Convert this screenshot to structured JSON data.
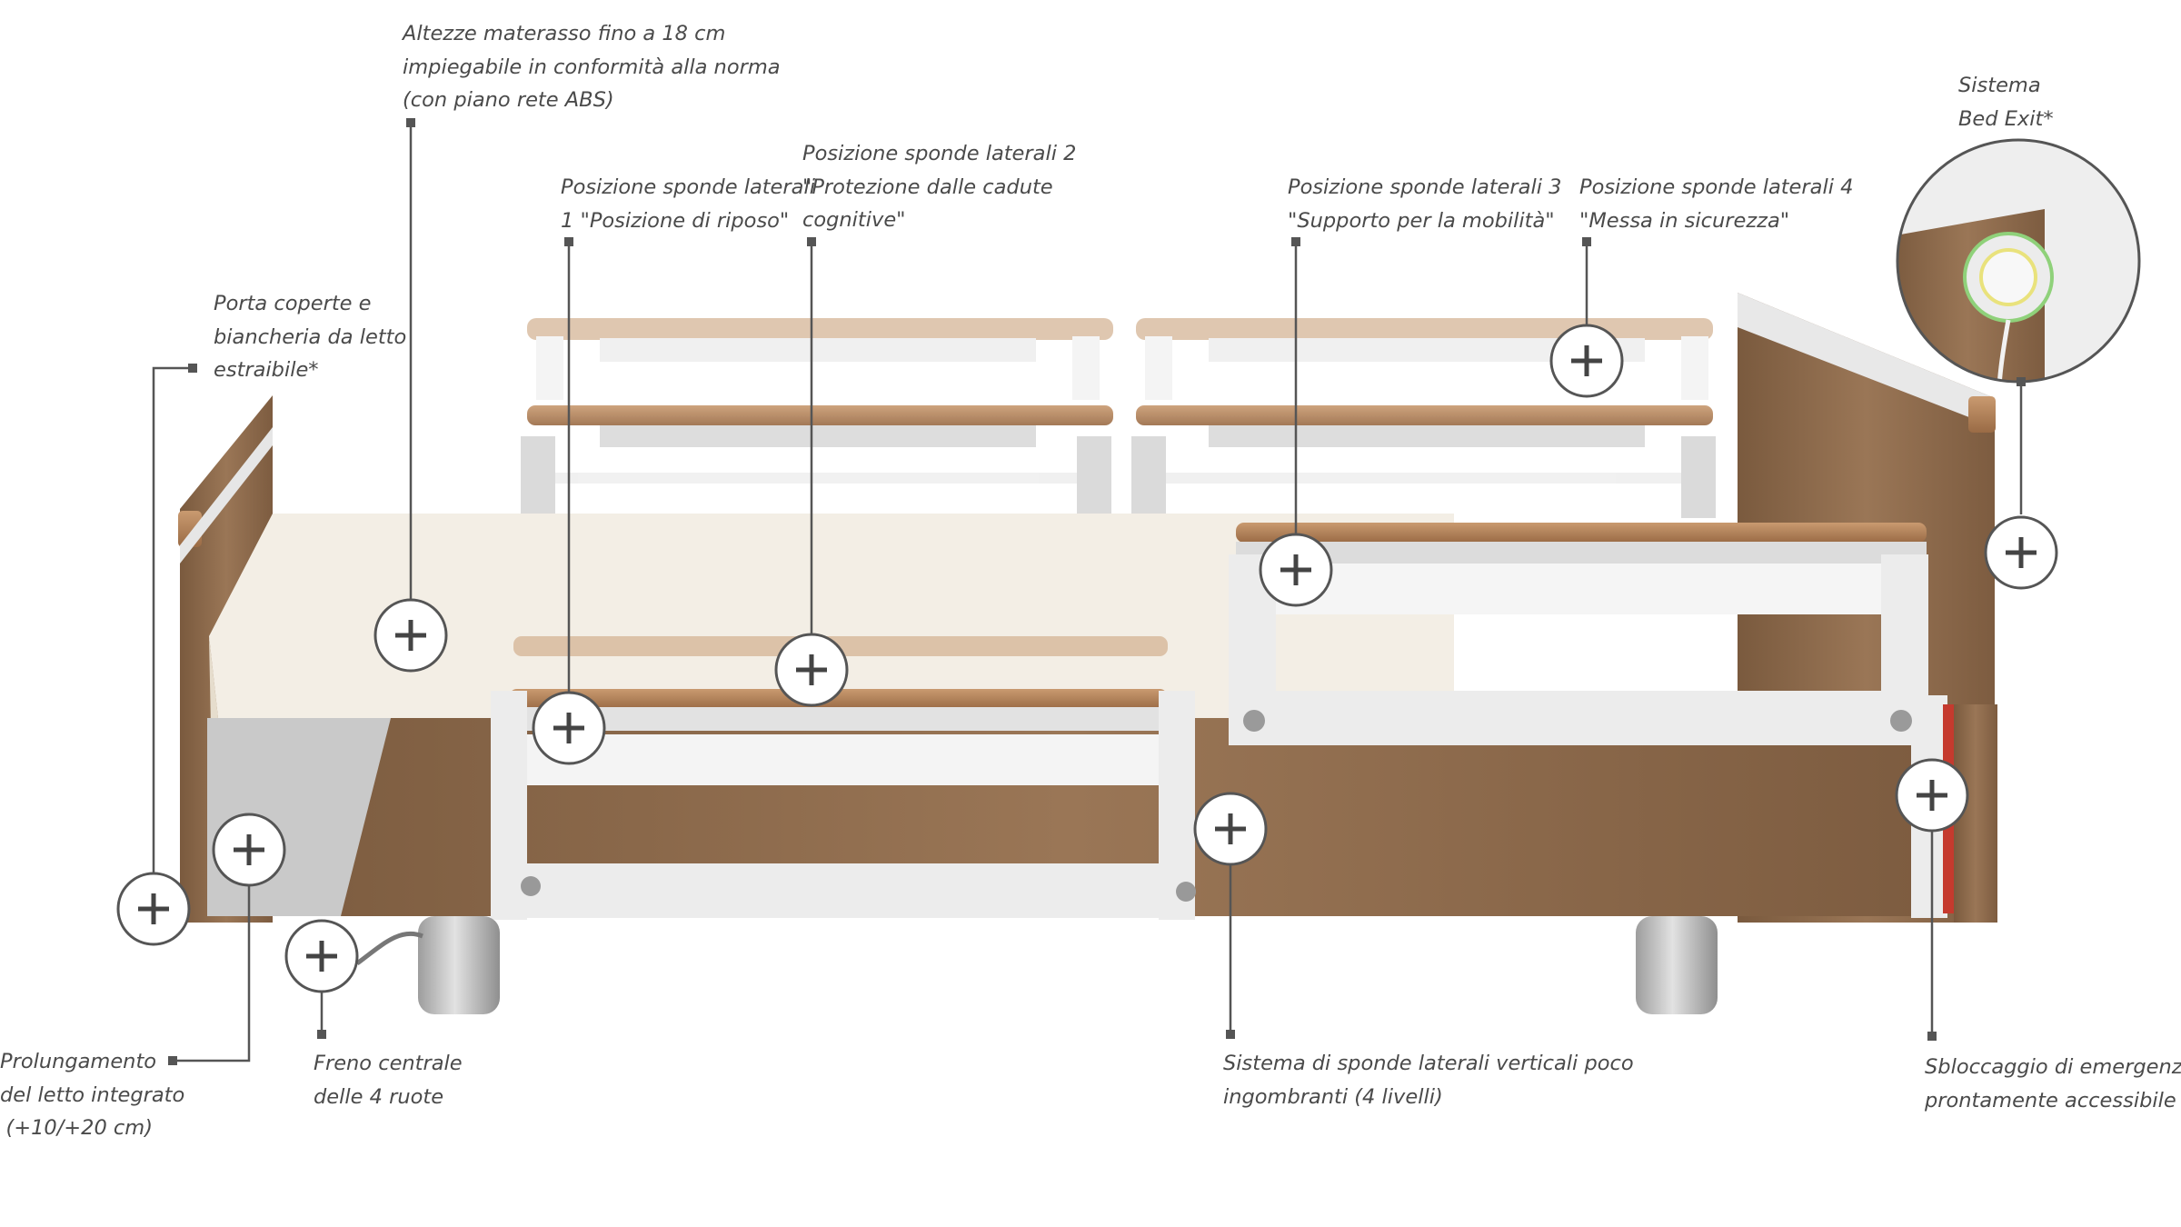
{
  "callouts": [
    {
      "id": "mattress-height",
      "lines": [
        "Altezze materasso fino a 18 cm",
        "impiegabile in conformità alla norma",
        "(con piano rete ABS)"
      ]
    },
    {
      "id": "side-rail-pos-1",
      "lines": [
        "Posizione sponde laterali",
        "1 \"Posizione di riposo\""
      ]
    },
    {
      "id": "side-rail-pos-2",
      "lines": [
        "Posizione sponde laterali 2",
        "\"Protezione dalle cadute",
        "cognitive\""
      ]
    },
    {
      "id": "side-rail-pos-3",
      "lines": [
        "Posizione sponde laterali 3",
        "\"Supporto per la mobilità\""
      ]
    },
    {
      "id": "side-rail-pos-4",
      "lines": [
        "Posizione sponde laterali 4",
        "\"Messa in sicurezza\""
      ]
    },
    {
      "id": "bed-exit",
      "lines": [
        "Sistema",
        "Bed Exit*"
      ]
    },
    {
      "id": "linen-holder",
      "lines": [
        "Porta coperte e",
        "biancheria da letto",
        "estraibile*"
      ]
    },
    {
      "id": "bed-extension",
      "lines": [
        "Prolungamento",
        "del letto integrato",
        "(+10/+20 cm)"
      ]
    },
    {
      "id": "central-brake",
      "lines": [
        "Freno centrale",
        "delle 4 ruote"
      ]
    },
    {
      "id": "vertical-rails",
      "lines": [
        "Sistema di sponde laterali verticali poco",
        "ingombranti (4 livelli)"
      ]
    },
    {
      "id": "emergency-release",
      "lines": [
        "Sbloccaggio di emergenza CPR",
        "prontamente accessibile"
      ]
    }
  ],
  "hotspot_icon": "plus-icon",
  "colors": {
    "text": "#4a4a4a",
    "leader": "#555555",
    "hotspot_ring": "#555555",
    "wood": "#8d6a4b",
    "frame": "#e4e4e4",
    "mattress": "#f3eee5",
    "cpr_red": "#c53a2e"
  }
}
